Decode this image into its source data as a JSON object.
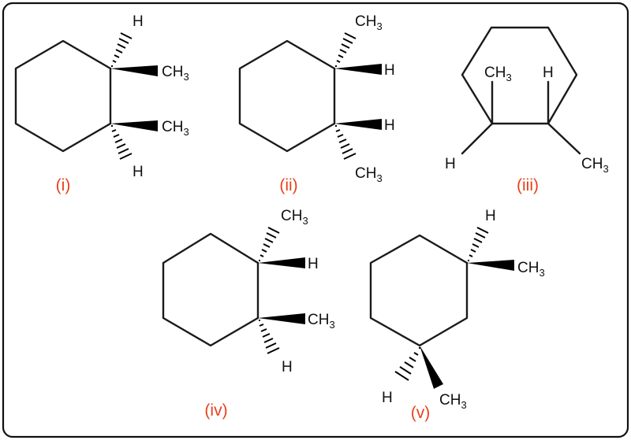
{
  "colors": {
    "label": "#e8411c",
    "ink": "#000000"
  },
  "atoms": {
    "H": "H",
    "CH": "CH",
    "sub3": "3"
  },
  "labels": {
    "i": "(i)",
    "ii": "(ii)",
    "iii": "(iii)",
    "iv": "(iv)",
    "v": "(v)"
  }
}
